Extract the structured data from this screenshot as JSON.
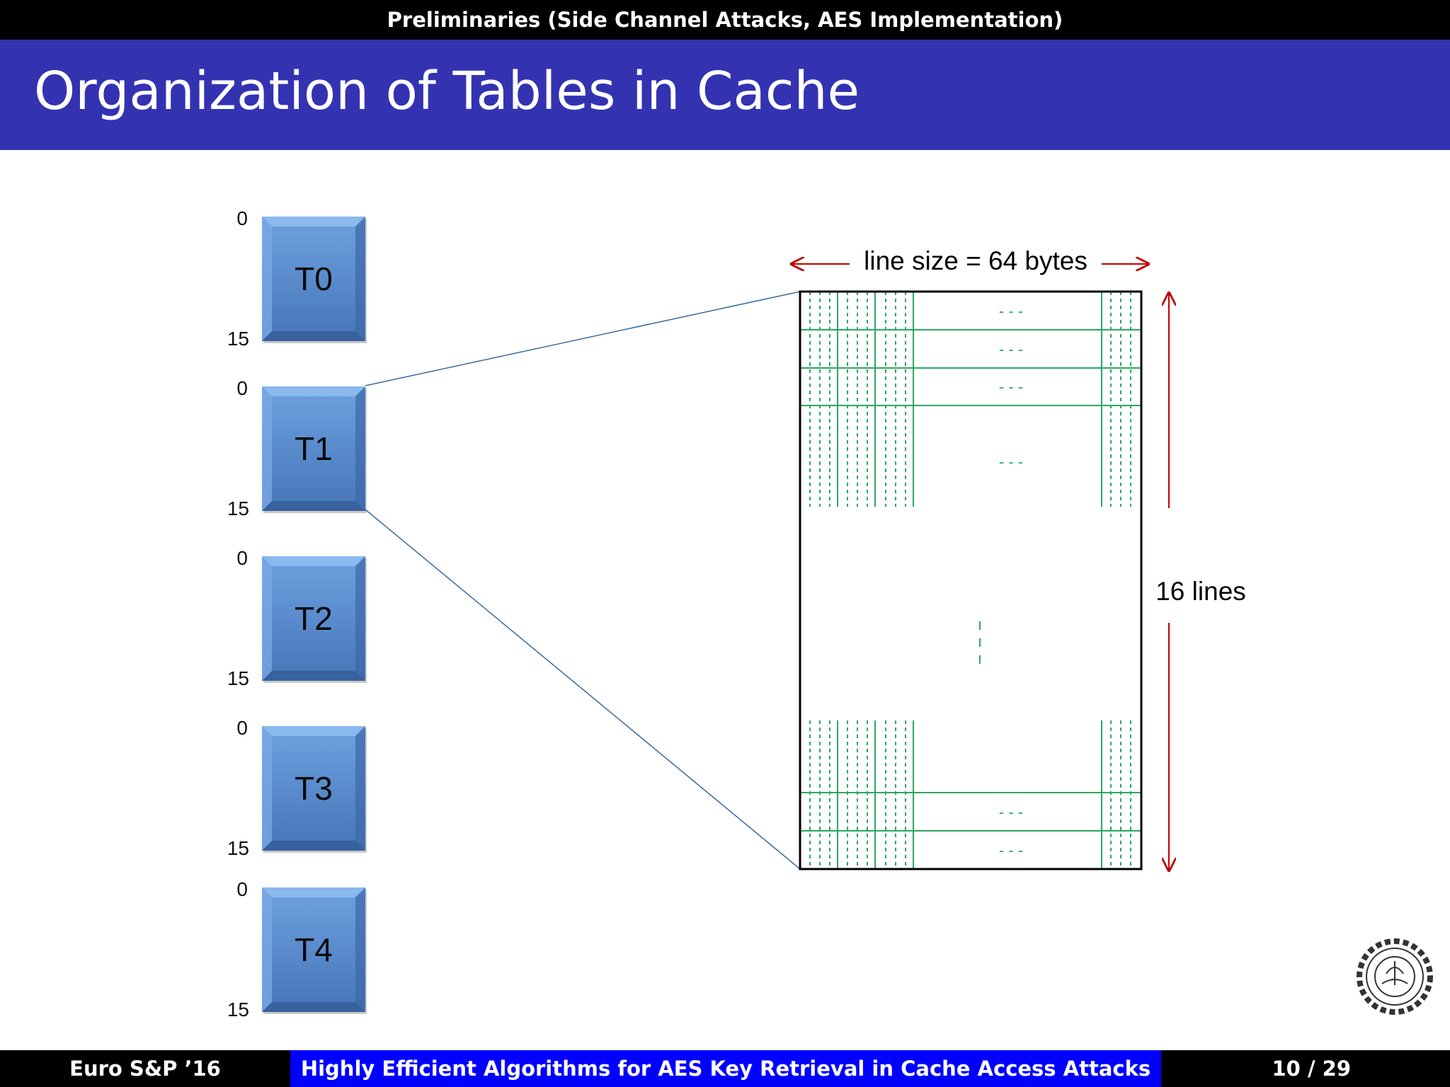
{
  "header": {
    "section": "Preliminaries (Side Channel Attacks, AES Implementation)"
  },
  "slide": {
    "title": "Organization of Tables in Cache"
  },
  "tables": [
    {
      "name": "T0",
      "start": "0",
      "end": "15"
    },
    {
      "name": "T1",
      "start": "0",
      "end": "15"
    },
    {
      "name": "T2",
      "start": "0",
      "end": "15"
    },
    {
      "name": "T3",
      "start": "0",
      "end": "15"
    },
    {
      "name": "T4",
      "start": "0",
      "end": "15"
    }
  ],
  "cache": {
    "line_size_label": "line size = 64 bytes",
    "lines_label": "16 lines",
    "dashes": "- - -"
  },
  "footer": {
    "conference": "Euro S&P ’16",
    "paper_title": "Highly Efficient Algorithms for AES Key Retrieval in Cache Access Attacks",
    "page": "10 / 29"
  },
  "colors": {
    "accent": "#3333b2",
    "table_block": "#4f81c7",
    "cache_grid": "#2aa862",
    "arrow": "#c00000"
  },
  "logo": {
    "name": "iit-bombay-seal"
  }
}
